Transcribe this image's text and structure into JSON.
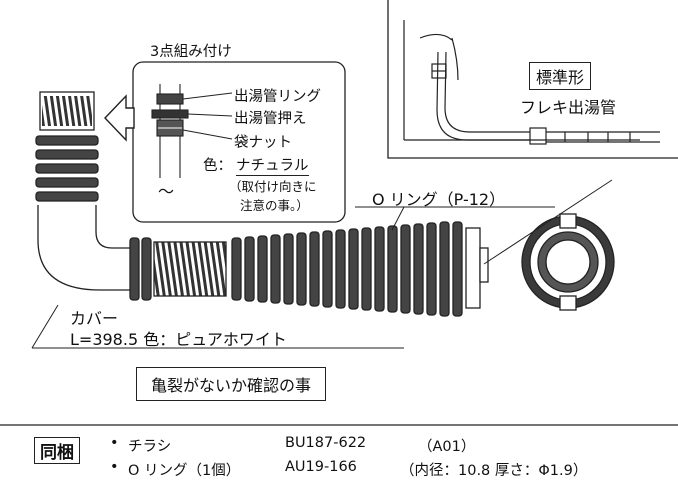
{
  "assembly_title": "3点組み付け",
  "inset": {
    "ring": "出湯管リング",
    "holder": "出湯管押え",
    "nut": "袋ナット",
    "color_prefix": "色：",
    "color_value": "ナチュラル",
    "note_line1": "（取付け向きに",
    "note_line2": "注意の事。）",
    "tilde": "～"
  },
  "standard_label": "標準形",
  "flex_label": "フレキ出湯管",
  "oring_label": "O リング（P-12）",
  "cover": {
    "name": "カバー",
    "spec": "L=398.5  色：ピュアホワイト"
  },
  "caution": "亀裂がないか確認の事",
  "included": {
    "title": "同梱",
    "items": [
      {
        "bullet": "•",
        "name": "チラシ",
        "code": "BU187-622",
        "extra": "（A01）"
      },
      {
        "bullet": "•",
        "name": "O リング（1個）",
        "code": "AU19-166",
        "extra": "（内径：10.8  厚さ：Φ1.9）"
      }
    ]
  },
  "colors": {
    "line": "#222222",
    "shade": "#555555",
    "background": "#ffffff"
  }
}
